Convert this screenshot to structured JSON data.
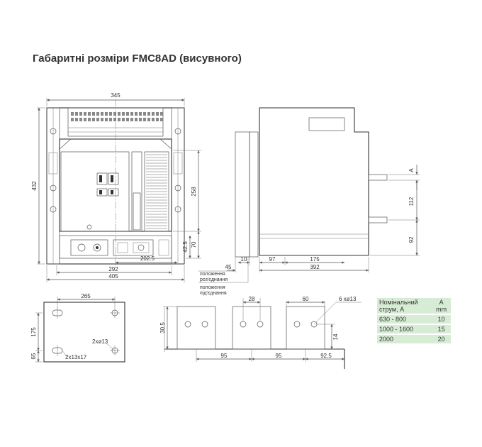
{
  "title": "Габаритні розміри FMC8AD (висувного)",
  "front": {
    "width_top": "345",
    "height_left": "432",
    "height_right": "258",
    "dim_70": "70",
    "dim_42_5": "42.5",
    "dim_202_5": "202.5",
    "dim_292": "292",
    "dim_405": "405"
  },
  "side": {
    "dim_A": "A",
    "dim_112": "112",
    "dim_92": "92",
    "dim_10": "10",
    "dim_97": "97",
    "dim_175": "175",
    "dim_392": "392",
    "dim_45": "45",
    "label_disconnected": [
      "положення",
      "роз'єднання"
    ],
    "label_connected": [
      "положення",
      "під'єднання"
    ]
  },
  "mount": {
    "dim_265": "265",
    "dim_175": "175",
    "dim_65": "65",
    "hole_2x13": "2хø13",
    "slot_2x13x17": "2х13х17"
  },
  "terminals": {
    "dim_28": "28",
    "dim_60": "60",
    "holes": "6 хø13",
    "dim_30_5": "30.5",
    "dim_14": "14",
    "dim_95a": "95",
    "dim_95b": "95",
    "dim_92_5": "92.5"
  },
  "table": {
    "header_col1": [
      "Номінальний",
      "струм, А"
    ],
    "header_col2": [
      "A",
      "mm"
    ],
    "rows": [
      {
        "current": "630 - 800",
        "a": "10"
      },
      {
        "current": "1000 - 1600",
        "a": "15"
      },
      {
        "current": "2000",
        "a": "20"
      }
    ]
  }
}
